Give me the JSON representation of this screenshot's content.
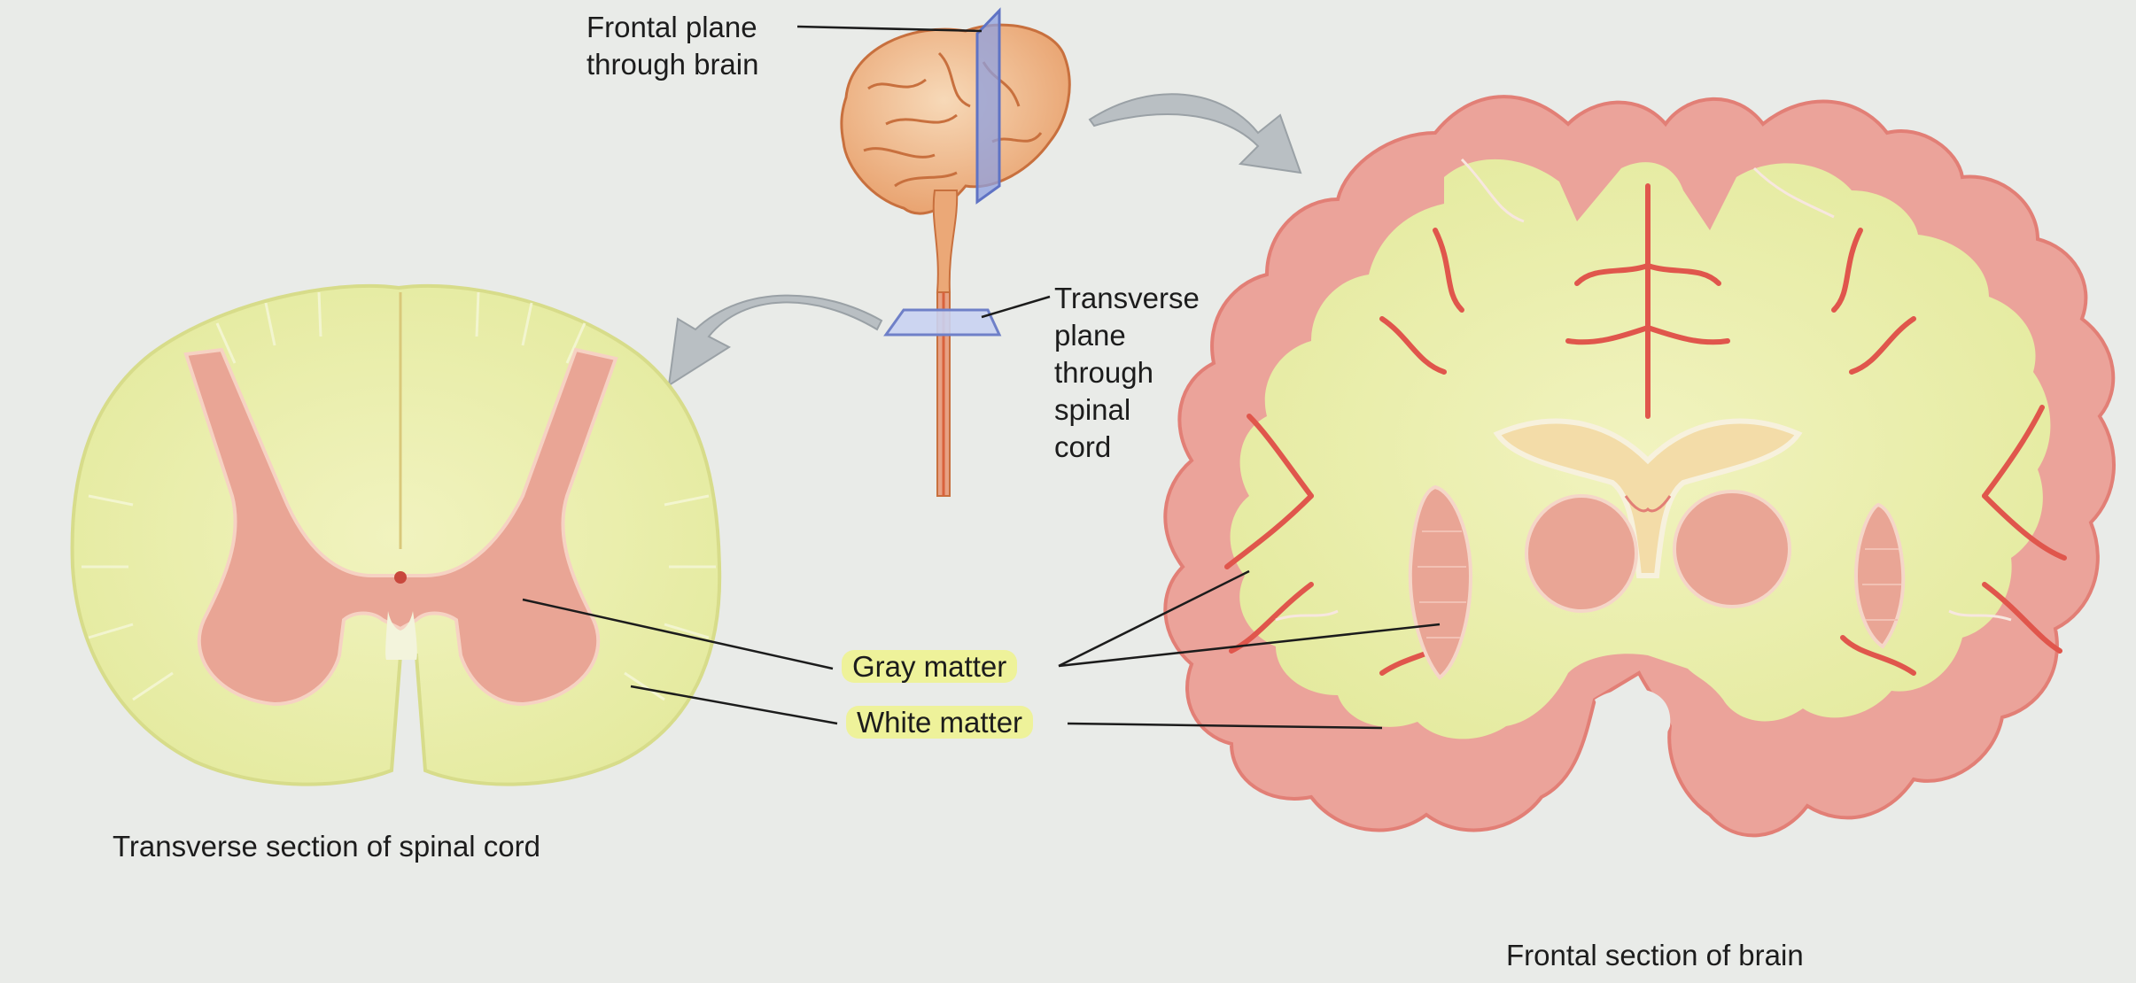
{
  "labels": {
    "frontal_plane": "Frontal plane\nthrough brain",
    "transverse_plane": "Transverse\nplane\nthrough\nspinal\ncord",
    "gray_matter": "Gray matter",
    "white_matter": "White matter",
    "spinal_caption": "Transverse section of spinal cord",
    "brain_caption": "Frontal section of brain"
  },
  "icons": {
    "brain": "whole-brain-icon",
    "frontal_plane": "frontal-plane-icon",
    "transverse_plane": "transverse-plane-icon",
    "spinal_section": "spinal-cord-section-icon",
    "brain_section": "brain-section-icon",
    "arrow_right": "curved-arrow-right-icon",
    "arrow_left": "curved-arrow-left-icon"
  },
  "colors": {
    "background": "#e9ebe8",
    "white_matter": "#eef0b0",
    "gray_matter": "#e9a595",
    "cortex_red": "#e0564c",
    "plane_blue": "#7b8fd6",
    "arrow_gray": "#b9bfc3",
    "leader_line": "#1c1c1c"
  }
}
